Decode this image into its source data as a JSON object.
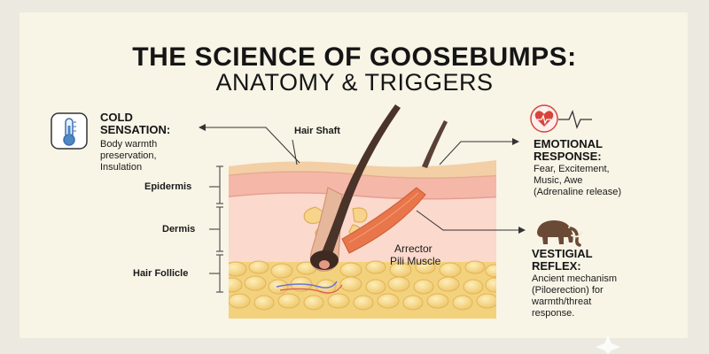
{
  "title": {
    "line1": "THE SCIENCE OF GOOSEBUMPS:",
    "line2": "ANATOMY & TRIGGERS"
  },
  "labels": {
    "hair_shaft": "Hair Shaft",
    "epidermis": "Epidermis",
    "dermis": "Dermis",
    "hair_follicle": "Hair Follicle",
    "arrector_line1": "Arrector",
    "arrector_line2": "Pili Muscle"
  },
  "cold": {
    "heading_line1": "COLD",
    "heading_line2": "SENSATION:",
    "desc_line1": "Body warmth",
    "desc_line2": "preservation,",
    "desc_line3": "Insulation",
    "icon": "thermometer-icon"
  },
  "emotional": {
    "heading_line1": "EMOTIONAL",
    "heading_line2": "RESPONSE:",
    "desc_line1": "Fear, Excitement,",
    "desc_line2": "Music, Awe",
    "desc_line3": "(Adrenaline release)",
    "icon": "heart-pulse-icon"
  },
  "vestigial": {
    "heading_line1": "VESTIGIAL",
    "heading_line2": "REFLEX:",
    "desc_line1": "Ancient mechanism",
    "desc_line2": "(Piloerection) for",
    "desc_line3": "warmth/threat",
    "desc_line4": "response.",
    "icon": "mammoth-icon"
  },
  "colors": {
    "background": "#f8f4e6",
    "skin_top": "#f3cfa5",
    "epidermis": "#f4b7a8",
    "dermis": "#fbd9cc",
    "fat": "#f6d989",
    "hair": "#4a3328",
    "muscle": "#e8764a",
    "accent_red": "#d9443a",
    "accent_blue": "#4d87c4"
  }
}
